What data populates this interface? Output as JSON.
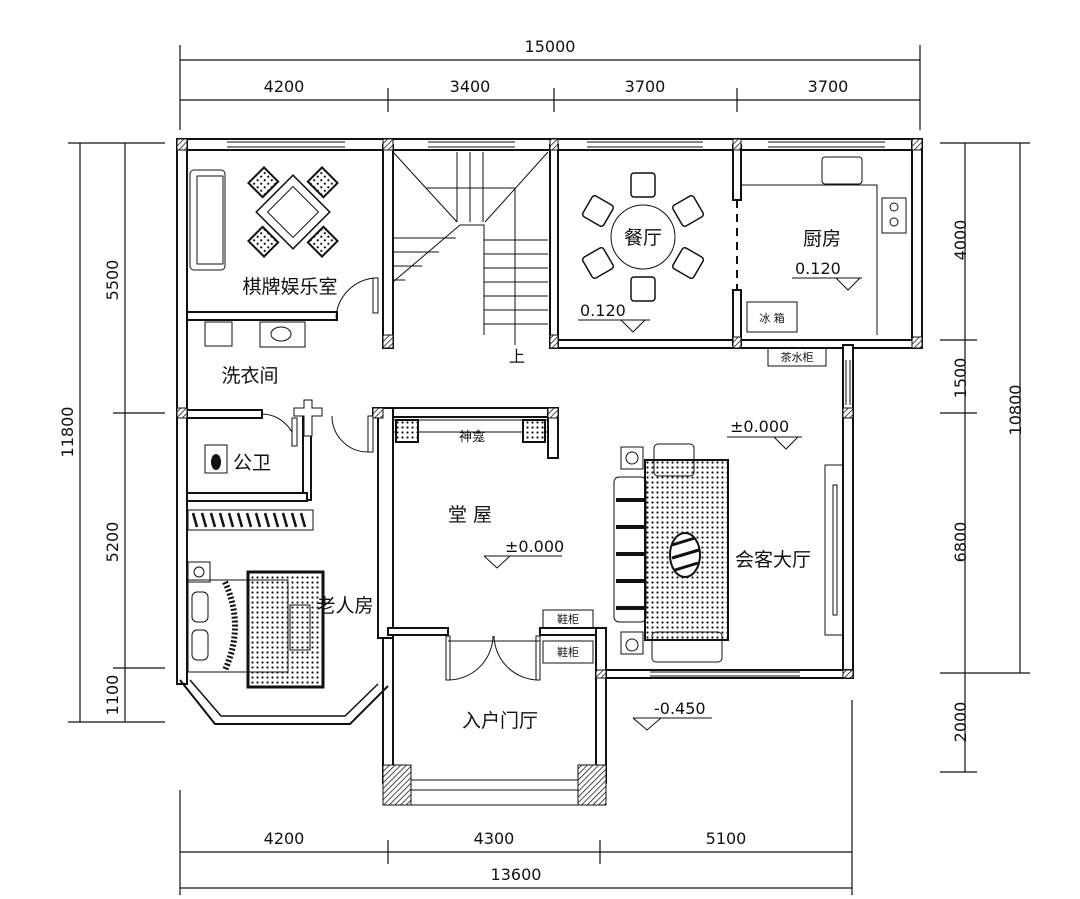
{
  "dimensions": {
    "top_total": "15000",
    "top_segments": [
      "4200",
      "3400",
      "3700",
      "3700"
    ],
    "left_total": "11800",
    "left_segments": [
      "5500",
      "5200",
      "1100"
    ],
    "right_total": "10800",
    "right_segments": [
      "4000",
      "1500",
      "6800",
      "2000"
    ],
    "bottom_total": "13600",
    "bottom_segments": [
      "4200",
      "4300",
      "5100"
    ]
  },
  "rooms": {
    "chess_room": "棋牌娱乐室",
    "laundry": "洗衣间",
    "public_toilet": "公卫",
    "elder_room": "老人房",
    "main_hall": "堂 屋",
    "shrine": "神龛",
    "dining": "餐厅",
    "kitchen": "厨房",
    "fridge": "冰 箱",
    "tea_cabinet": "茶水柜",
    "living_room": "会客大厅",
    "shoe_cabinet_1": "鞋柜",
    "shoe_cabinet_2": "鞋柜",
    "entrance_hall": "入户门厅",
    "stair_up": "上"
  },
  "levels": {
    "dining": "0.120",
    "kitchen": "0.120",
    "living": "±0.000",
    "main_hall": "±0.000",
    "outdoor": "-0.450"
  }
}
